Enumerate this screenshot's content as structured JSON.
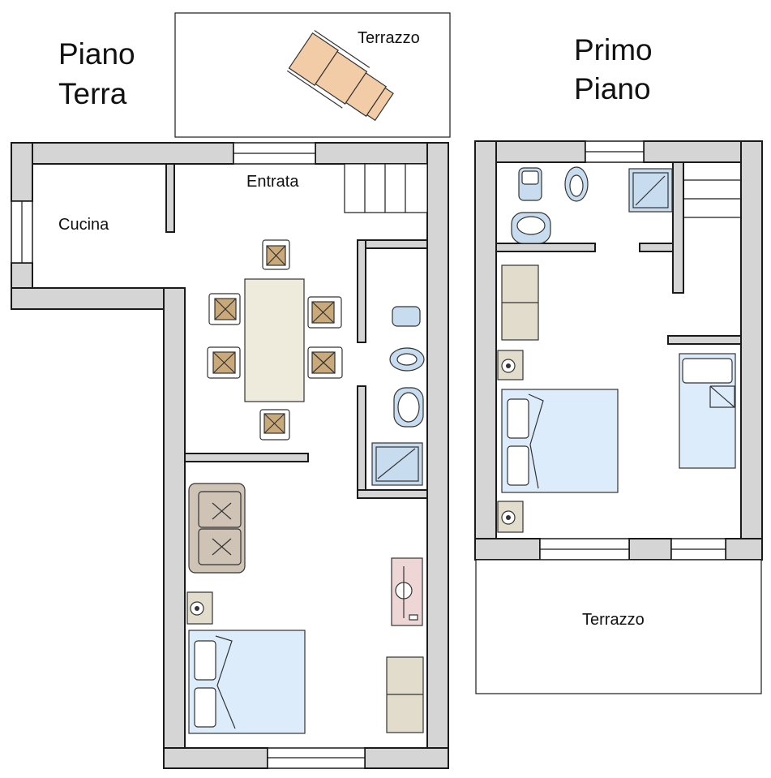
{
  "floors": {
    "ground": {
      "title_line1": "Piano",
      "title_line2": "Terra"
    },
    "first": {
      "title_line1": "Primo",
      "title_line2": "Piano"
    }
  },
  "rooms": {
    "ground_terrace": "Terrazzo",
    "entrance": "Entrata",
    "kitchen": "Cucina",
    "first_terrace": "Terrazzo"
  },
  "colors": {
    "wall": "#d5d5d5",
    "bed": "#dcecfb",
    "sanitary": "#c8dcf0",
    "sofa": "#cfc3b6",
    "cabinet": "#e2dccc",
    "table": "#eeeadc",
    "lounger": "#f2cca6",
    "desk": "#eed6d6"
  }
}
